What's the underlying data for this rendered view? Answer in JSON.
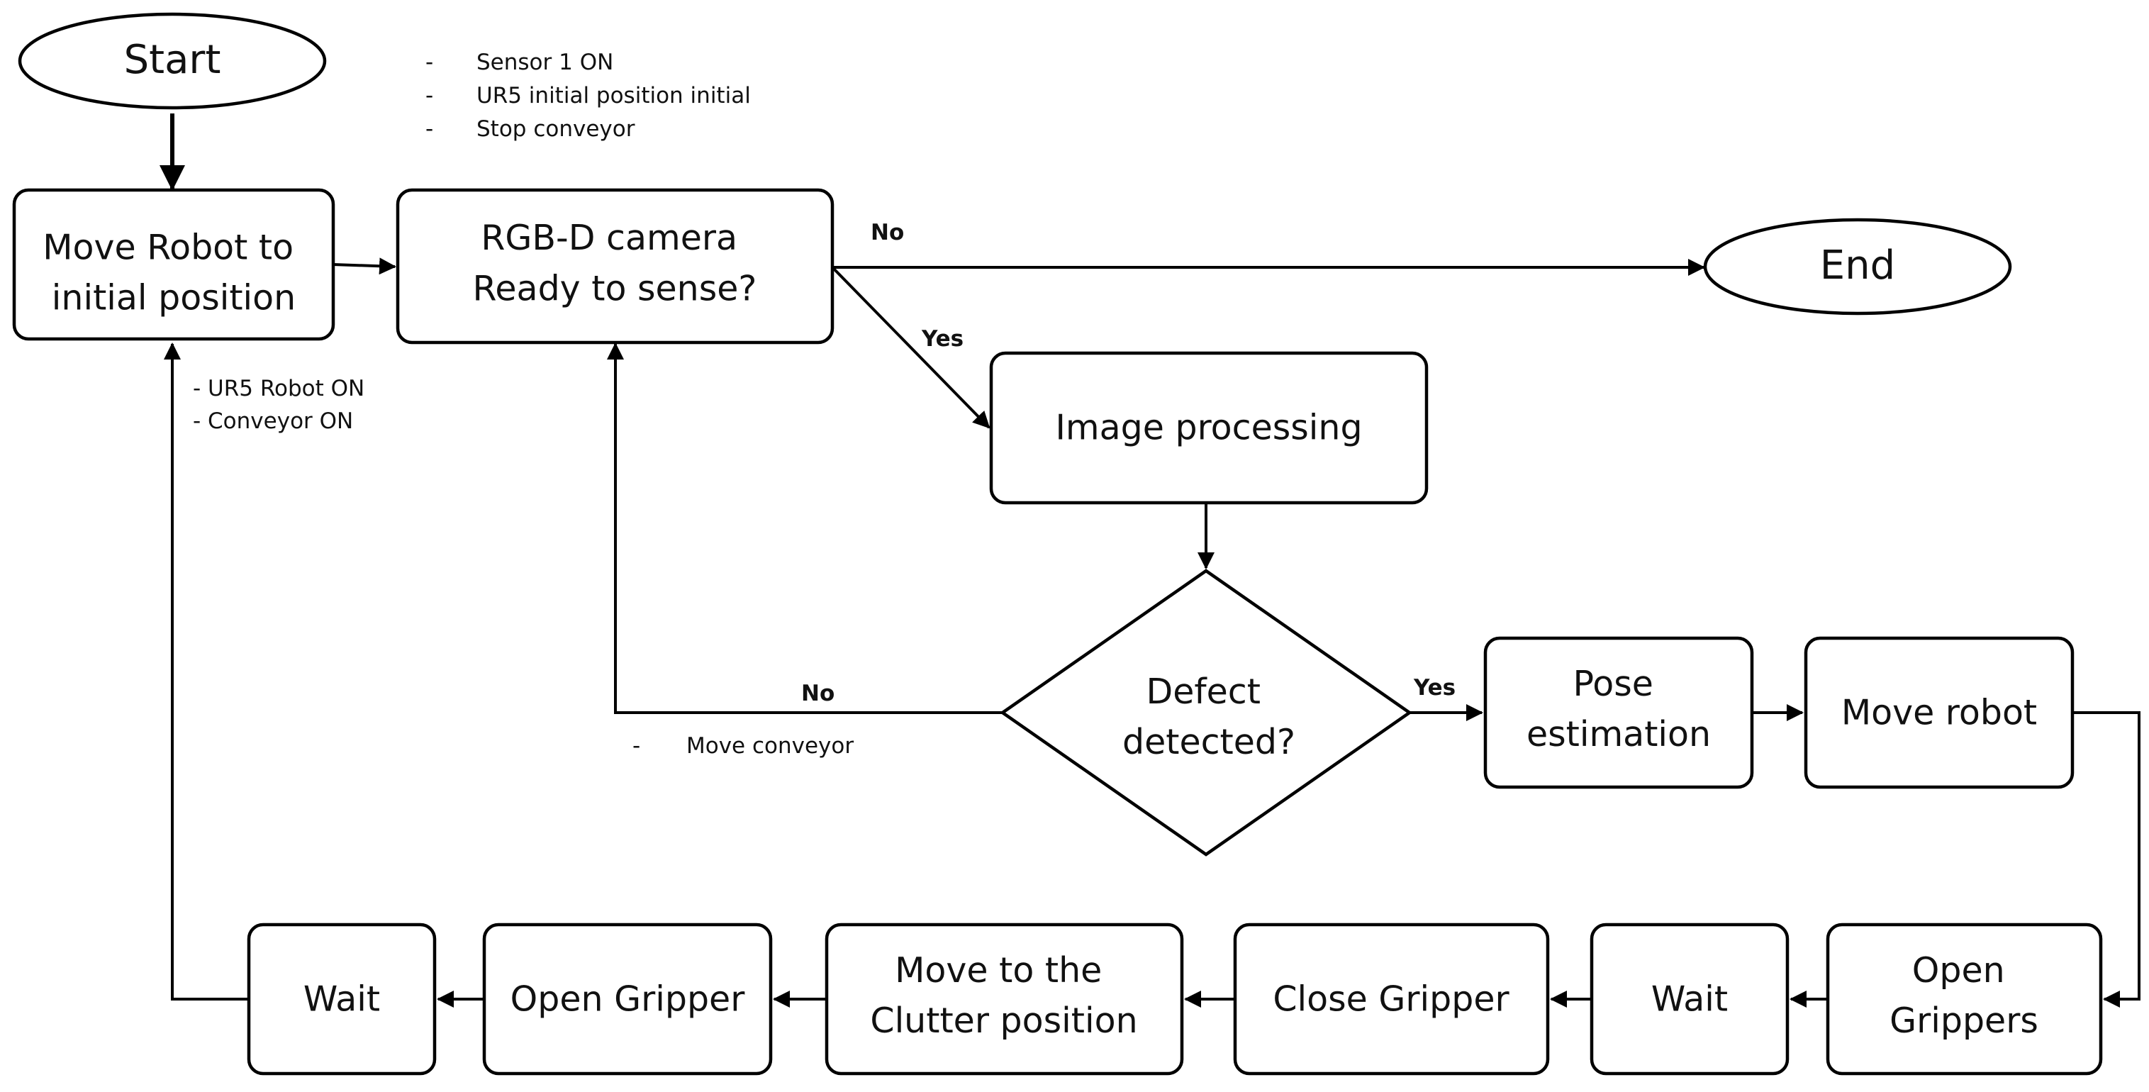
{
  "nodes": {
    "start": "Start",
    "end": "End",
    "move_robot_initial": [
      "Move Robot to",
      "initial position"
    ],
    "camera_ready": [
      "RGB-D camera",
      "Ready to sense?"
    ],
    "image_processing": "Image processing",
    "defect_detected": [
      "Defect",
      "detected?"
    ],
    "pose_estimation": [
      "Pose",
      "estimation"
    ],
    "move_robot": "Move robot",
    "open_grippers": [
      "Open",
      "Grippers"
    ],
    "wait_right": "Wait",
    "close_gripper": "Close Gripper",
    "move_clutter": [
      "Move to the",
      "Clutter position"
    ],
    "open_gripper": "Open Gripper",
    "wait_left": "Wait"
  },
  "edge_labels": {
    "camera_no": "No",
    "camera_yes": "Yes",
    "defect_no": "No",
    "defect_yes": "Yes"
  },
  "notes": {
    "initial_conditions": [
      "Sensor 1 ON",
      "UR5 initial position initial",
      "Stop conveyor"
    ],
    "return_conditions": [
      "- UR5 Robot ON",
      "- Conveyor ON"
    ],
    "conveyor_action": [
      "Move conveyor"
    ]
  }
}
